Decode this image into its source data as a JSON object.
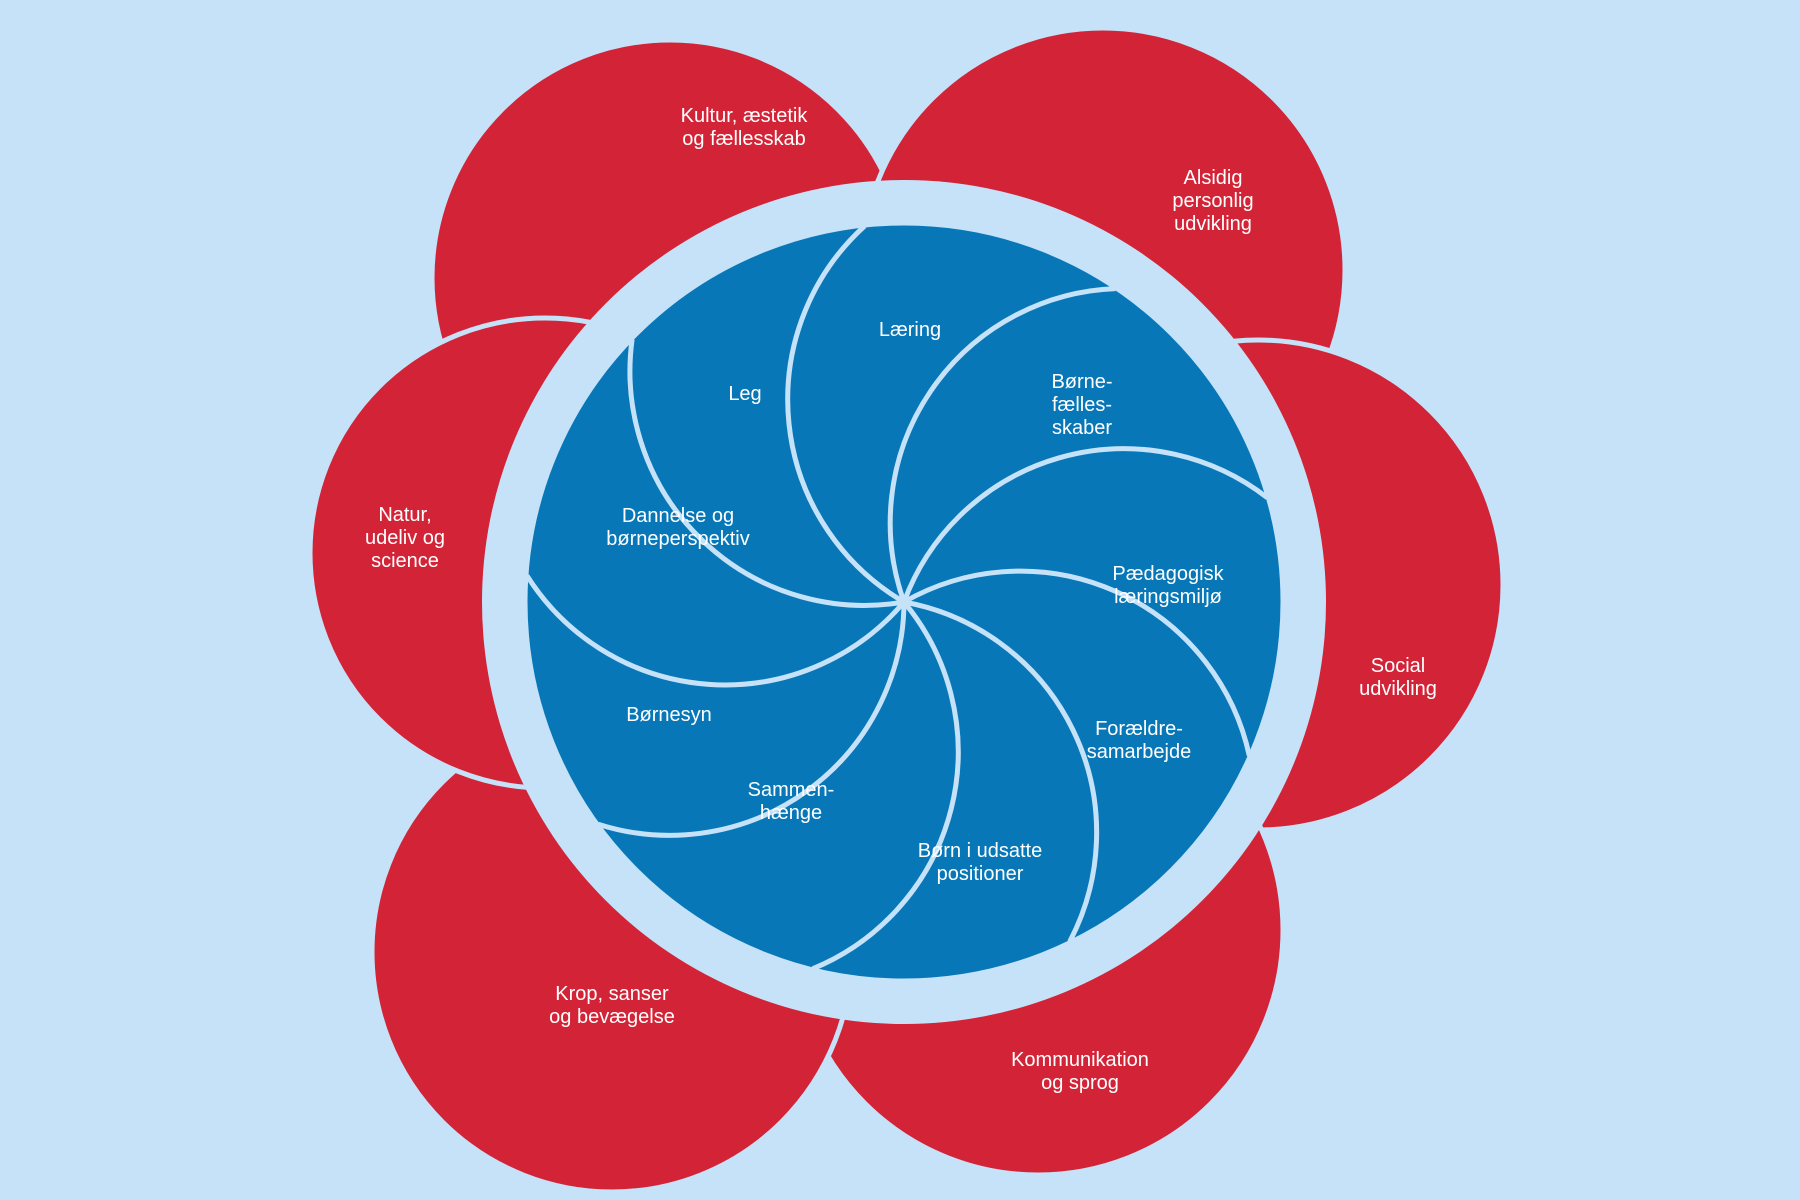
{
  "colors": {
    "background": "#c5e2f8",
    "outer_petal": "#d32337",
    "inner_petal": "#0877b7",
    "divider": "#c5e2f8",
    "label_text": "#ffffff"
  },
  "outer_ring": {
    "labels": [
      [
        "Kultur, æstetik",
        "og fællesskab"
      ],
      [
        "Alsidig",
        "personlig",
        "udvikling"
      ],
      [
        "Social",
        "udvikling"
      ],
      [
        "Kommunikation",
        "og sprog"
      ],
      [
        "Krop, sanser",
        "og bevægelse"
      ],
      [
        "Natur,",
        "udeliv og",
        "science"
      ]
    ]
  },
  "inner_pinwheel": {
    "labels": [
      [
        "Læring"
      ],
      [
        "Børne-",
        "fælles-",
        "skaber"
      ],
      [
        "Pædagogisk",
        "læringsmiljø"
      ],
      [
        "Forældre-",
        "samarbejde"
      ],
      [
        "Børn i udsatte",
        "positioner"
      ],
      [
        "Sammen-",
        "hænge"
      ],
      [
        "Børnesyn"
      ],
      [
        "Dannelse og",
        "børneperspektiv"
      ],
      [
        "Leg"
      ]
    ]
  }
}
